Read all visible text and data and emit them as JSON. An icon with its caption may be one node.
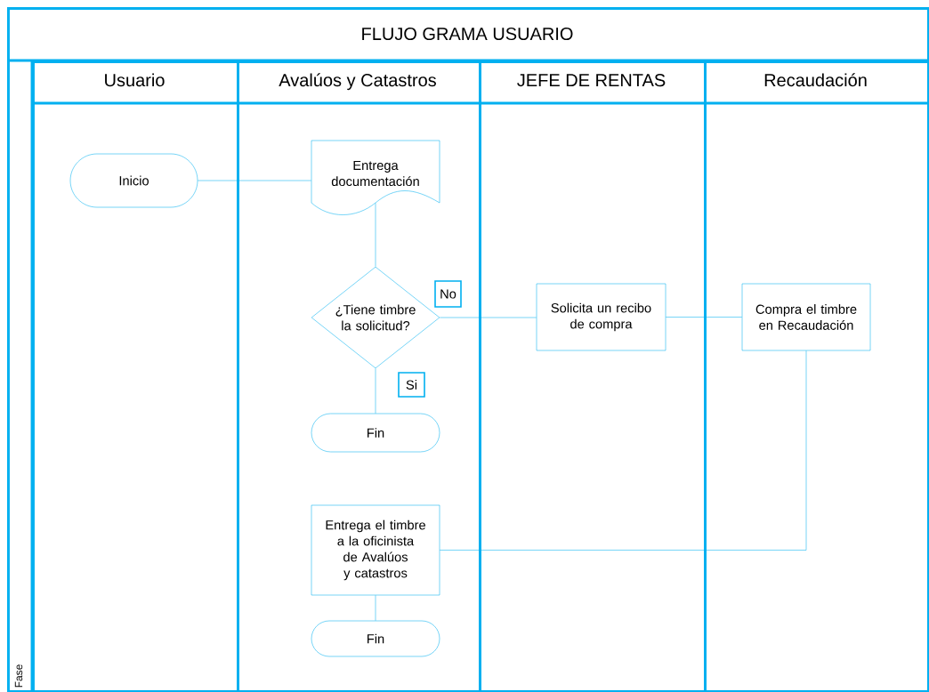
{
  "diagram": {
    "nodes": [
      {
        "text": [
          "FLUJO GRAMA USUARIO"
        ]
      },
      {
        "text": [
          "Usuario"
        ],
        "in": 0
      },
      {
        "text": [
          "Avalúos y Catastros"
        ],
        "in": 0
      },
      {
        "text": [
          "JEFE DE RENTAS"
        ],
        "in": 0
      },
      {
        "text": [
          "Recaudación"
        ],
        "in": 0
      },
      {
        "text": [
          "Inicio"
        ],
        "in": 1
      },
      {
        "text": [
          "Entrega documentación"
        ],
        "in": 2
      },
      {
        "text": [
          "¿Tiene timbre la solicitud?"
        ],
        "in": 2
      },
      {
        "text": [
          "No"
        ],
        "in": 2
      },
      {
        "text": [
          "Si"
        ],
        "in": 2
      },
      {
        "text": [
          "Fin"
        ],
        "in": 2
      },
      {
        "text": [
          "Solicita un recibo de compra"
        ],
        "in": 3
      },
      {
        "text": [
          "Compra el timbre en Recaudación"
        ],
        "in": 4
      },
      {
        "text": [
          "Entrega el timbre a la oficinista de Avalúos y catastros"
        ],
        "in": 2
      },
      {
        "text": [
          "Fin"
        ],
        "in": 2
      }
    ],
    "edges": [
      {
        "from": 5,
        "to": 6,
        "arrow": "none"
      },
      {
        "from": 6,
        "to": 7,
        "arrow": "none"
      },
      {
        "from": 7,
        "to": 10,
        "arrow": "none"
      },
      {
        "from": 7,
        "to": 11,
        "arrow": "none"
      },
      {
        "from": 11,
        "to": 12,
        "arrow": "none"
      },
      {
        "from": 12,
        "to": 13,
        "arrow": "none"
      },
      {
        "from": 13,
        "to": 14,
        "arrow": "none"
      }
    ],
    "labels": [
      "Fase"
    ]
  }
}
